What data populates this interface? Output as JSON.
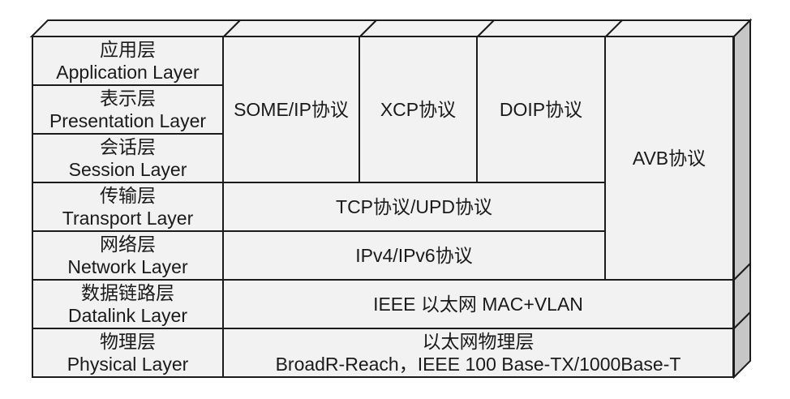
{
  "diagram": {
    "name": "automotive-ethernet-protocol-stack",
    "osi_column": {
      "layers": [
        {
          "zh": "应用层",
          "en": "Application Layer"
        },
        {
          "zh": "表示层",
          "en": "Presentation Layer"
        },
        {
          "zh": "会话层",
          "en": "Session Layer"
        },
        {
          "zh": "传输层",
          "en": "Transport Layer"
        },
        {
          "zh": "网络层",
          "en": "Network Layer"
        },
        {
          "zh": "数据链路层",
          "en": "Datalink Layer"
        },
        {
          "zh": "物理层",
          "en": "Physical Layer"
        }
      ]
    },
    "protocol_blocks": {
      "someip": "SOME/IP协议",
      "xcp": "XCP协议",
      "doip": "DOIP协议",
      "avb": "AVB协议",
      "transport": "TCP协议/UPD协议",
      "network": "IPv4/IPv6协议",
      "datalink": "IEEE 以太网 MAC+VLAN",
      "physical_line1": "以太网物理层",
      "physical_line2": "BroadR-Reach，IEEE 100 Base-TX/1000Base-T"
    },
    "colors": {
      "face": "#f2f2f2",
      "side_face": "#c6c6c6",
      "border": "#1c1c1c",
      "text": "#1a1a1a",
      "background": "#ffffff"
    }
  }
}
